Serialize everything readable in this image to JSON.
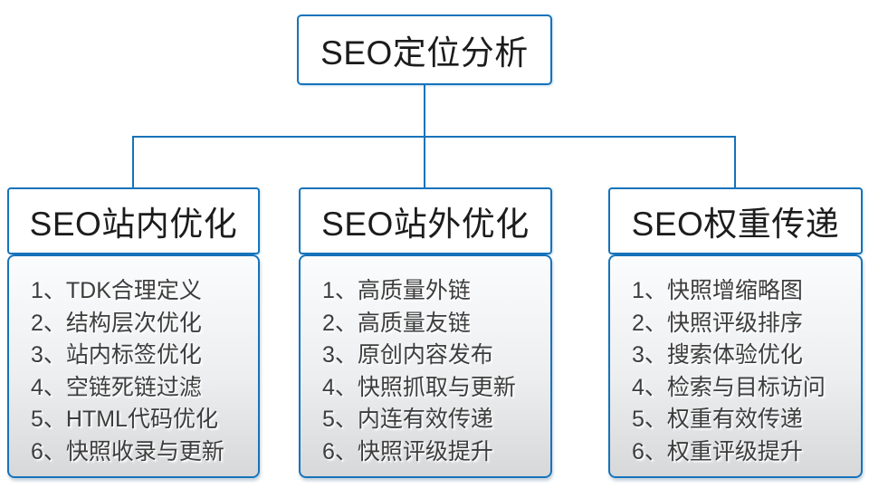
{
  "root": {
    "label": "SEO定位分析"
  },
  "columns": [
    {
      "header": "SEO站内优化",
      "items": [
        "1、TDK合理定义",
        "2、结构层次优化",
        "3、站内标签优化",
        "4、空链死链过滤",
        "5、HTML代码优化",
        "6、快照收录与更新"
      ]
    },
    {
      "header": "SEO站外优化",
      "items": [
        "1、高质量外链",
        "2、高质量友链",
        "3、原创内容发布",
        "4、快照抓取与更新",
        "5、内连有效传递",
        "6、快照评级提升"
      ]
    },
    {
      "header": "SEO权重传递",
      "items": [
        "1、快照增缩略图",
        "2、快照评级排序",
        "3、搜索体验优化",
        "4、检索与目标访问",
        "5、权重有效传递",
        "6、权重评级提升"
      ]
    }
  ],
  "colors": {
    "accent": "#1673ba",
    "headerText": "#1c1c1c",
    "itemText": "#3d3d3d",
    "panelTop": "#fbfcfd",
    "panelMid": "#eceef0",
    "panelBottom": "#d7d8da"
  }
}
